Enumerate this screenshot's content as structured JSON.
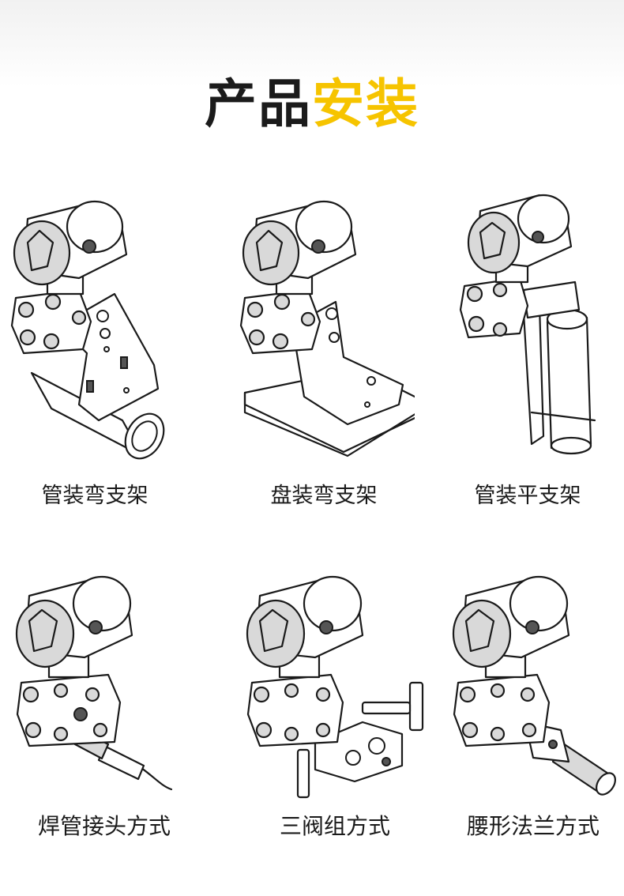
{
  "page": {
    "title_part1": "产品",
    "title_part2": "安装",
    "accent_color": "#f6c400",
    "text_color": "#1b1b1b"
  },
  "installations": [
    {
      "label": "管装弯支架",
      "icon": "pipe-bent-bracket-illustration"
    },
    {
      "label": "盘装弯支架",
      "icon": "panel-bent-bracket-illustration"
    },
    {
      "label": "管装平支架",
      "icon": "pipe-flat-bracket-illustration"
    },
    {
      "label": "焊管接头方式",
      "icon": "weld-pipe-joint-illustration"
    },
    {
      "label": "三阀组方式",
      "icon": "three-valve-manifold-illustration"
    },
    {
      "label": "腰形法兰方式",
      "icon": "oval-flange-illustration"
    }
  ]
}
